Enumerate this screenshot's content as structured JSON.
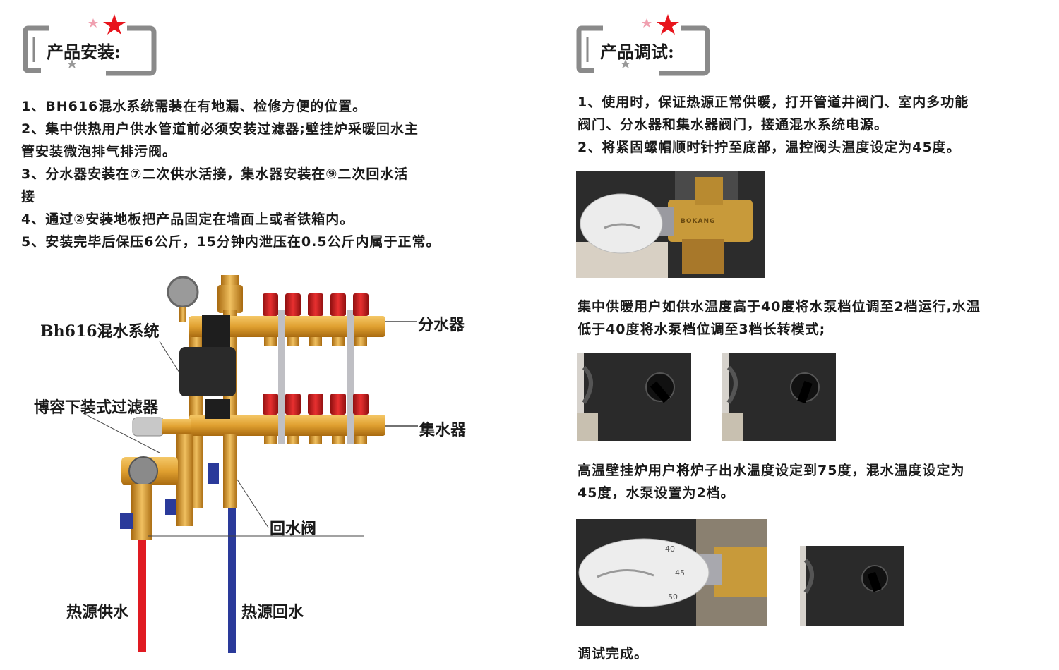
{
  "left": {
    "heading": "产品安装:",
    "lines": [
      "1、BH616混水系统需装在有地漏、检修方便的位置。",
      "2、集中供热用户供水管道前必须安装过滤器;壁挂炉采暖回水主",
      "管安装微泡排气排污阀。",
      "3、分水器安装在⑦二次供水活接，集水器安装在⑨二次回水活",
      "接",
      "4、通过②安装地板把产品固定在墙面上或者铁箱内。",
      "5、安装完毕后保压6公斤，15分钟内泄压在0.5公斤内属于正常。"
    ],
    "diagram": {
      "system_label": "Bh616混水系统",
      "filter_label": "博容下装式过滤器",
      "distributor_label": "分水器",
      "collector_label": "集水器",
      "return_valve_label": "回水阀",
      "supply_label": "热源供水",
      "return_label": "热源回水"
    }
  },
  "right": {
    "heading": "产品调试:",
    "intro_lines": [
      "1、使用时，保证热源正常供暖，打开管道井阀门、室内多功能",
      "阀门、分水器和集水器阀门，接通混水系统电源。",
      "2、将紧固螺帽顺时针拧至底部，温控阀头温度设定为45度。"
    ],
    "central_lines": [
      "集中供暖用户如供水温度高于40度将水泵档位调至2档运行,水温",
      "低于40度将水泵档位调至3档长转模式;"
    ],
    "boiler_lines": [
      "高温壁挂炉用户将炉子出水温度设定到75度，混水温度设定为",
      "45度，水泵设置为2档。"
    ],
    "done": "调试完成。",
    "valve_marks": {
      "m1": "40",
      "m2": "45",
      "m3": "50"
    },
    "brand": "BOKANG"
  },
  "colors": {
    "brass": "#e0a030",
    "red_cap": "#d01820",
    "supply_pipe": "#e01a22",
    "return_pipe": "#2a3a9a",
    "star": "#e8141c",
    "frame": "#8a8a8a"
  }
}
